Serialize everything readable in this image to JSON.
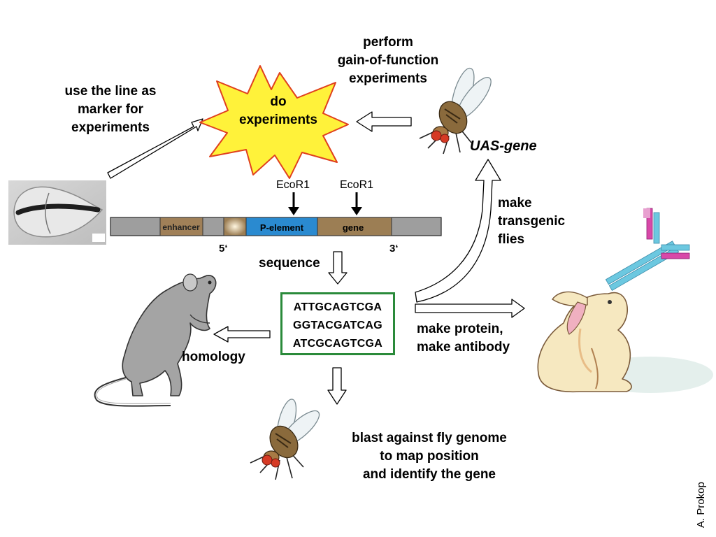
{
  "labels": {
    "perform": "perform",
    "gain_of_function": "gain-of-function",
    "experiments_top": "experiments",
    "use_line_1": "use the line as",
    "use_line_2": "marker for",
    "use_line_3": "experiments",
    "do": "do",
    "do_experiments": "experiments",
    "uas_gene": "UAS-gene",
    "make": "make",
    "transgenic": "transgenic",
    "flies": "flies",
    "ecor1_a": "EcoR1",
    "ecor1_b": "EcoR1",
    "enhancer": "enhancer",
    "p_element": "P-element",
    "gene": "gene",
    "five_prime": "5‘",
    "three_prime": "3‘",
    "sequence": "sequence",
    "homology": "homology",
    "make_protein": "make protein,",
    "make_antibody": "make antibody",
    "blast_1": "blast against fly genome",
    "blast_2": "to map position",
    "blast_3": "and identify the gene",
    "credit": "A. Prokop"
  },
  "sequence_lines": [
    "ATTGCAGTCGA",
    "GGTACGATCAG",
    "ATCGCAGTCGA"
  ],
  "colors": {
    "starburst_fill": "#fff23a",
    "starburst_stroke": "#e0401e",
    "bar_gray": "#9e9e9e",
    "enhancer_brown": "#a08058",
    "p_element_blue": "#2a8ad0",
    "gene_brown": "#9c7e54",
    "seq_box_green": "#2a8a3a"
  },
  "icons": [
    "fly-icon",
    "rat-icon",
    "rabbit-icon",
    "antibody-icon",
    "wing-disc-image"
  ]
}
